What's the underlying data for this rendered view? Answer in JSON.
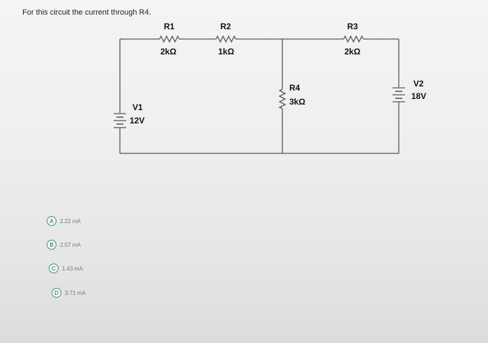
{
  "question": "For this circuit the current through R4.",
  "circuit": {
    "R1": {
      "name": "R1",
      "value": "2kΩ"
    },
    "R2": {
      "name": "R2",
      "value": "1kΩ"
    },
    "R3": {
      "name": "R3",
      "value": "2kΩ"
    },
    "R4": {
      "name": "R4",
      "value": "3kΩ"
    },
    "V1": {
      "name": "V1",
      "value": "12V"
    },
    "V2": {
      "name": "V2",
      "value": "18V"
    }
  },
  "options": [
    {
      "letter": "A",
      "text": "2.22 mA"
    },
    {
      "letter": "B",
      "text": "2.57 mA"
    },
    {
      "letter": "C",
      "text": "1.43 mA"
    },
    {
      "letter": "D",
      "text": "3.71 mA"
    }
  ],
  "colors": {
    "wire": "#555555",
    "option_border": "#2f9a78"
  }
}
